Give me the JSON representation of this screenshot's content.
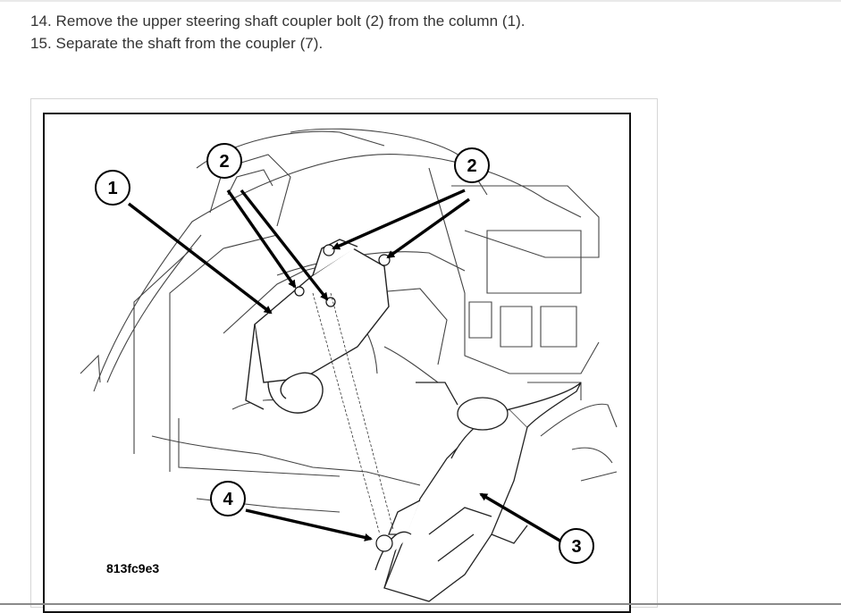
{
  "steps": [
    "14. Remove the upper steering shaft coupler bolt (2) from the column (1).",
    "15. Separate the shaft from the coupler (7)."
  ],
  "figure": {
    "callouts": {
      "c1": "1",
      "c2a": "2",
      "c2b": "2",
      "c3": "3",
      "c4": "4"
    },
    "figure_code": "813fc9e3"
  }
}
